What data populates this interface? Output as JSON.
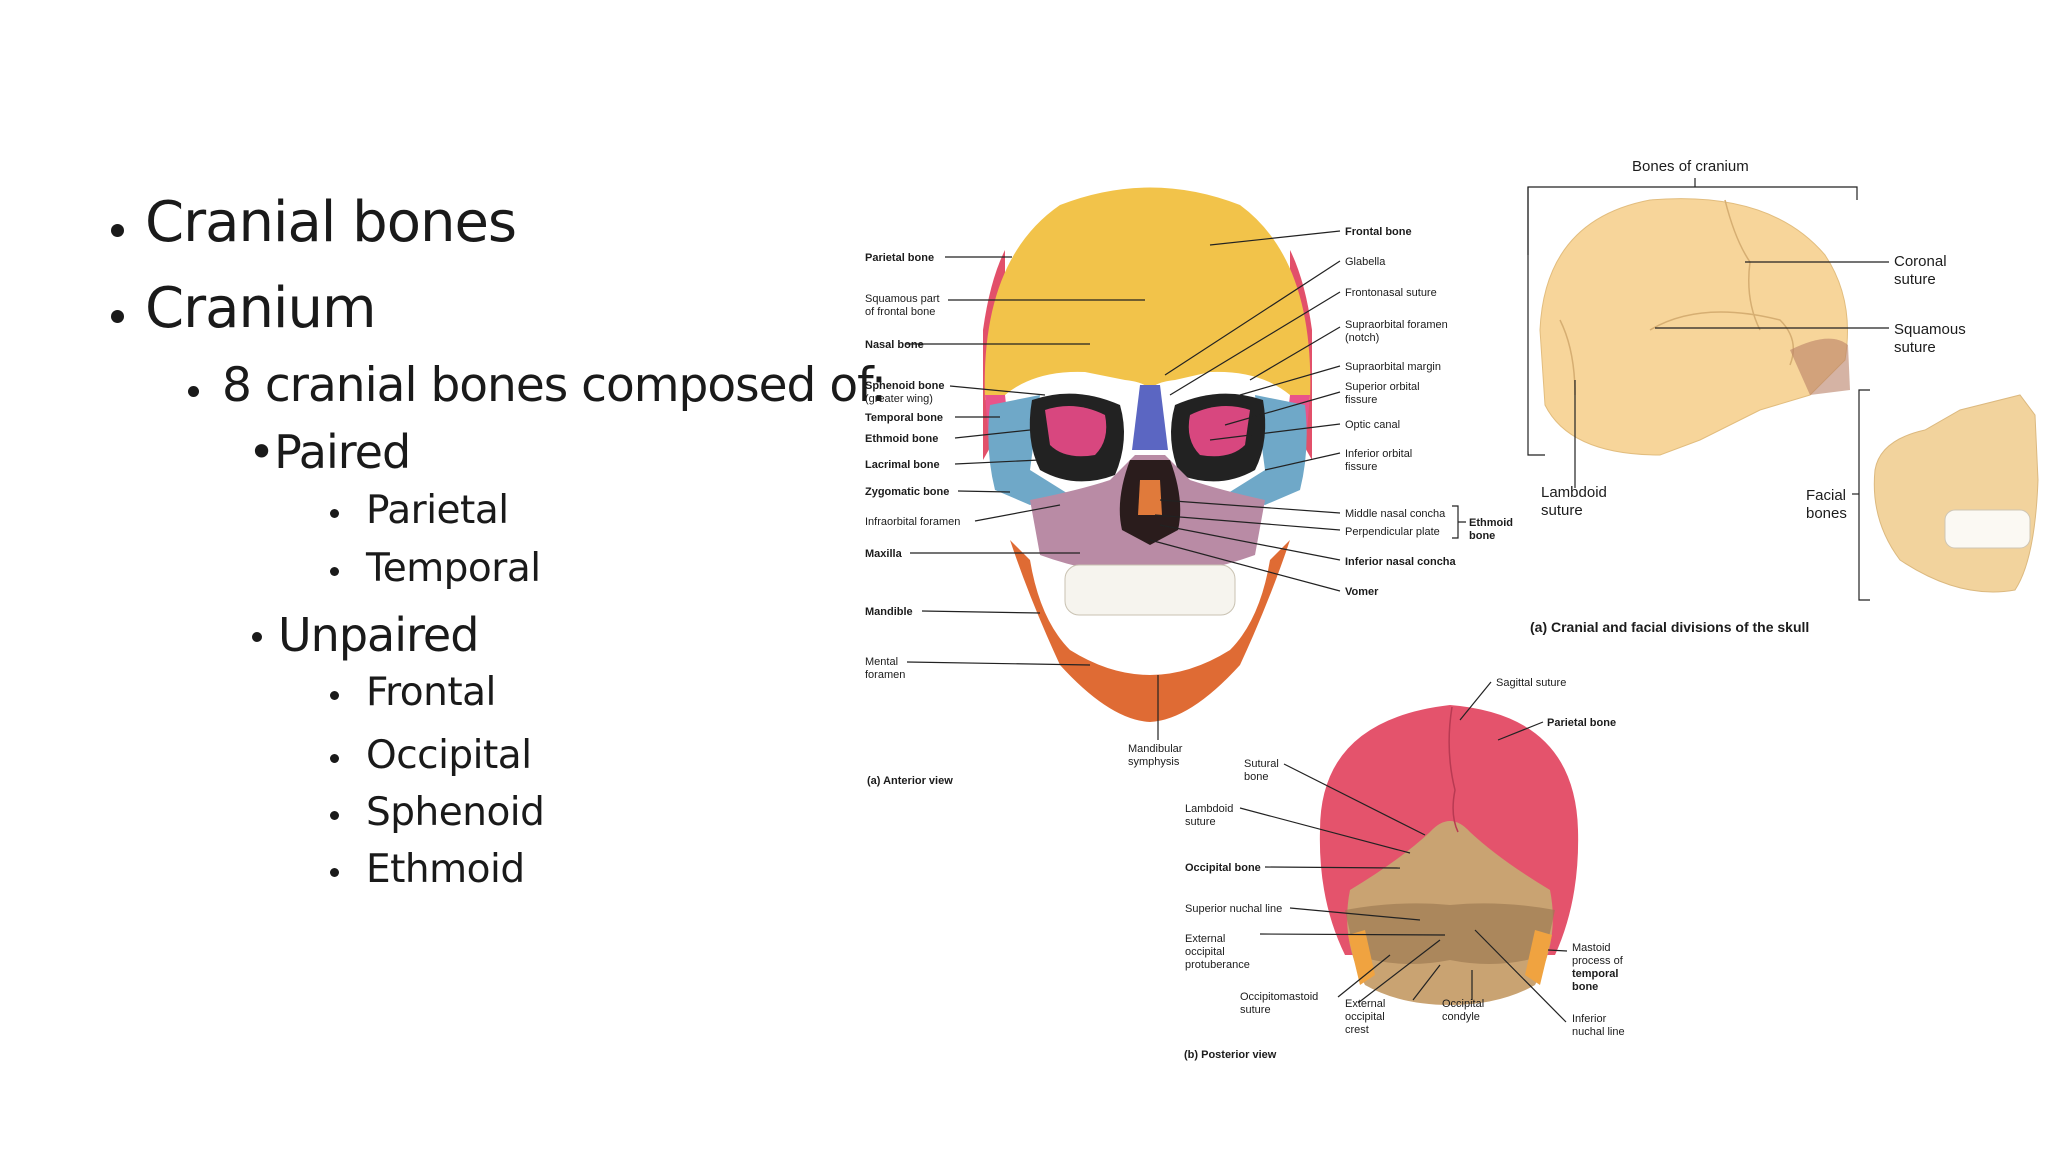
{
  "bullets": {
    "b1": "Cranial bones",
    "b2": "Cranium",
    "b3": "8 cranial bones composed of:",
    "paired": "•Paired",
    "parietal": "Parietal",
    "temporal": "Temporal",
    "unpaired": "Unpaired",
    "frontal": "Frontal",
    "occipital": "Occipital",
    "sphenoid": "Sphenoid",
    "ethmoid": "Ethmoid"
  },
  "anterior": {
    "caption": "(a) Anterior view",
    "left_labels": {
      "parietal_bone": "Parietal bone",
      "squamous_1": "Squamous part",
      "squamous_2": "of frontal bone",
      "nasal_bone": "Nasal bone",
      "sphenoid_1": "Sphenoid bone",
      "sphenoid_2": "(greater wing)",
      "temporal_bone": "Temporal bone",
      "ethmoid_bone": "Ethmoid bone",
      "lacrimal_bone": "Lacrimal bone",
      "zygomatic_bone": "Zygomatic bone",
      "infraorbital": "Infraorbital foramen",
      "maxilla": "Maxilla",
      "mandible": "Mandible",
      "mental_1": "Mental",
      "mental_2": "foramen",
      "mandibular_1": "Mandibular",
      "mandibular_2": "symphysis"
    },
    "right_labels": {
      "frontal_bone": "Frontal bone",
      "glabella": "Glabella",
      "frontonasal": "Frontonasal suture",
      "supraorbital_foramen_1": "Supraorbital foramen",
      "supraorbital_foramen_2": "(notch)",
      "supraorbital_margin": "Supraorbital margin",
      "superior_orbital_1": "Superior orbital",
      "superior_orbital_2": "fissure",
      "optic_canal": "Optic canal",
      "inferior_orbital_1": "Inferior orbital",
      "inferior_orbital_2": "fissure",
      "middle_nasal": "Middle nasal concha",
      "perpendicular": "Perpendicular plate",
      "ethmoid_1": "Ethmoid",
      "ethmoid_2": "bone",
      "inferior_nasal": "Inferior nasal concha",
      "vomer": "Vomer"
    }
  },
  "lateral": {
    "bones_of_cranium": "Bones of cranium",
    "coronal_1": "Coronal",
    "coronal_2": "suture",
    "squamous_1": "Squamous",
    "squamous_2": "suture",
    "lambdoid_1": "Lambdoid",
    "lambdoid_2": "suture",
    "facial_1": "Facial",
    "facial_2": "bones",
    "caption": "(a) Cranial and facial divisions of the skull"
  },
  "posterior": {
    "caption": "(b) Posterior view",
    "sagittal": "Sagittal suture",
    "parietal": "Parietal bone",
    "sutural_1": "Sutural",
    "sutural_2": "bone",
    "lambdoid_1": "Lambdoid",
    "lambdoid_2": "suture",
    "occipital": "Occipital bone",
    "superior_nuchal": "Superior nuchal line",
    "ext_occ_prot_1": "External",
    "ext_occ_prot_2": "occipital",
    "ext_occ_prot_3": "protuberance",
    "occipitomastoid_1": "Occipitomastoid",
    "occipitomastoid_2": "suture",
    "ext_occ_crest_1": "External",
    "ext_occ_crest_2": "occipital",
    "ext_occ_crest_3": "crest",
    "condyle_1": "Occipital",
    "condyle_2": "condyle",
    "mastoid_1": "Mastoid",
    "mastoid_2": "process of",
    "mastoid_3": "temporal",
    "mastoid_4": "bone",
    "inferior_nuchal_1": "Inferior",
    "inferior_nuchal_2": "nuchal line"
  }
}
